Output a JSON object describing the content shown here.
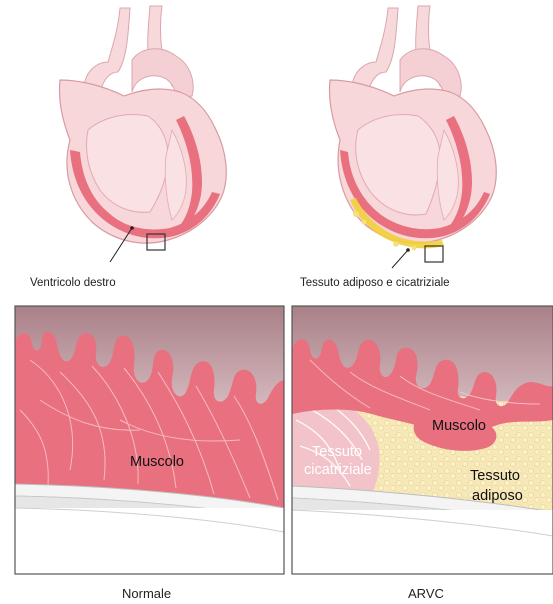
{
  "labels": {
    "normal_heart_callout": "Ventricolo destro",
    "arvc_heart_callout": "Tessuto adiposo e cicatriziale",
    "normal_muscle": "Muscolo",
    "arvc_muscle": "Muscolo",
    "arvc_scar_line1": "Tessuto",
    "arvc_scar_line2": "cicatriziale",
    "arvc_fat_line1": "Tessuto",
    "arvc_fat_line2": "adiposo",
    "caption_normal": "Normale",
    "caption_arvc": "ARVC"
  },
  "colors": {
    "heart_body": "#f6d3d7",
    "heart_outline": "#d99aa2",
    "muscle": "#e8707f",
    "muscle_dark": "#d9606f",
    "lumen_top": "#a8868c",
    "fat": "#f6e6b0",
    "fat_bright": "#f2cf3a",
    "panel_border": "#555555"
  },
  "icons": {
    "normal_heart": "heart-illustration",
    "arvc_heart": "heart-illustration-arvc",
    "zoom_marker": "square-outline"
  }
}
